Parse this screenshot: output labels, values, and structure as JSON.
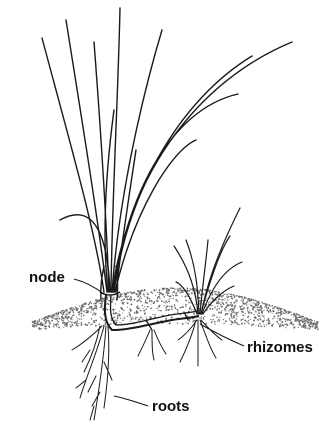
{
  "labels": {
    "node": "node",
    "rhizomes": "rhizomes",
    "roots": "roots"
  },
  "colors": {
    "ink": "#1a1a1a",
    "soil": "#6e6e6e",
    "background": "#ffffff"
  }
}
